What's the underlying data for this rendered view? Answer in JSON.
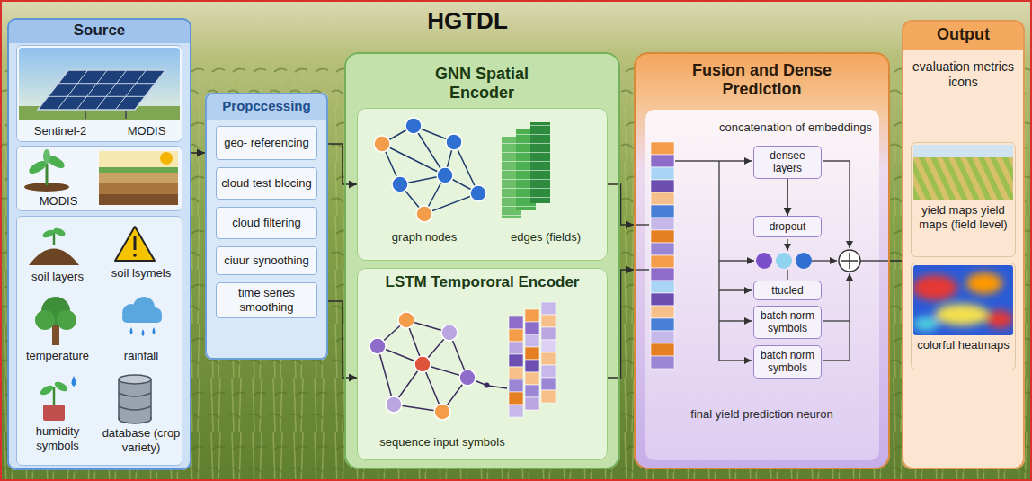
{
  "diagram": {
    "title": "HGTDL",
    "nodes": [
      {
        "text": [
          "Source"
        ]
      },
      {
        "text": [
          "Sentinel-2",
          "MODIS"
        ],
        "in": 0
      },
      {
        "text": [
          "MODIS"
        ],
        "in": 0
      },
      {
        "text": [
          "soil layers",
          "soil lsymels",
          "temperature",
          "rainfall",
          "humidity symbols",
          "database (crop variety)"
        ],
        "in": 0
      },
      {
        "text": [
          "Propccessing"
        ]
      },
      {
        "text": [
          "geo- referencing"
        ],
        "in": 4
      },
      {
        "text": [
          "cloud test blocing"
        ],
        "in": 4
      },
      {
        "text": [
          "cloud filtering"
        ],
        "in": 4
      },
      {
        "text": [
          "ciuur synoothing"
        ],
        "in": 4
      },
      {
        "text": [
          "time series smoothing"
        ],
        "in": 4
      },
      {
        "text": [
          "GNN Spatial Encoder"
        ]
      },
      {
        "text": [
          "graph nodes",
          "edges (fields)"
        ],
        "in": 10
      },
      {
        "text": [
          "LSTM Tempororal Encoder",
          "sequence input symbols"
        ],
        "in": 10
      },
      {
        "text": [
          "Fusion and Dense Prediction",
          "concatenation of embeddings",
          "final yield prediction neuron"
        ]
      },
      {
        "text": [
          "densee layers"
        ],
        "in": 13
      },
      {
        "text": [
          "dropout"
        ],
        "in": 13
      },
      {
        "text": [
          "ttucled"
        ],
        "in": 13
      },
      {
        "text": [
          "batch norm symbols"
        ],
        "in": 13
      },
      {
        "text": [
          "batch norm symbols"
        ],
        "in": 13
      },
      {
        "text": [
          "Output",
          "evaluation metrics icons"
        ]
      },
      {
        "text": [
          "yield maps yield maps (field level)"
        ],
        "in": 19
      },
      {
        "text": [
          "colorful heatmaps"
        ],
        "in": 19
      }
    ],
    "edges": [
      {
        "from": 0,
        "to": 4,
        "arrow": "to"
      },
      {
        "from": 4,
        "to": 11,
        "arrow": "to"
      },
      {
        "from": 4,
        "to": 12,
        "arrow": "to"
      },
      {
        "from": 11,
        "to": 13,
        "arrow": "to"
      },
      {
        "from": 12,
        "to": 13,
        "arrow": "to"
      },
      {
        "from": 14,
        "to": 15,
        "arrow": "to"
      },
      {
        "from": 13,
        "to": 19,
        "arrow": "none"
      }
    ]
  }
}
